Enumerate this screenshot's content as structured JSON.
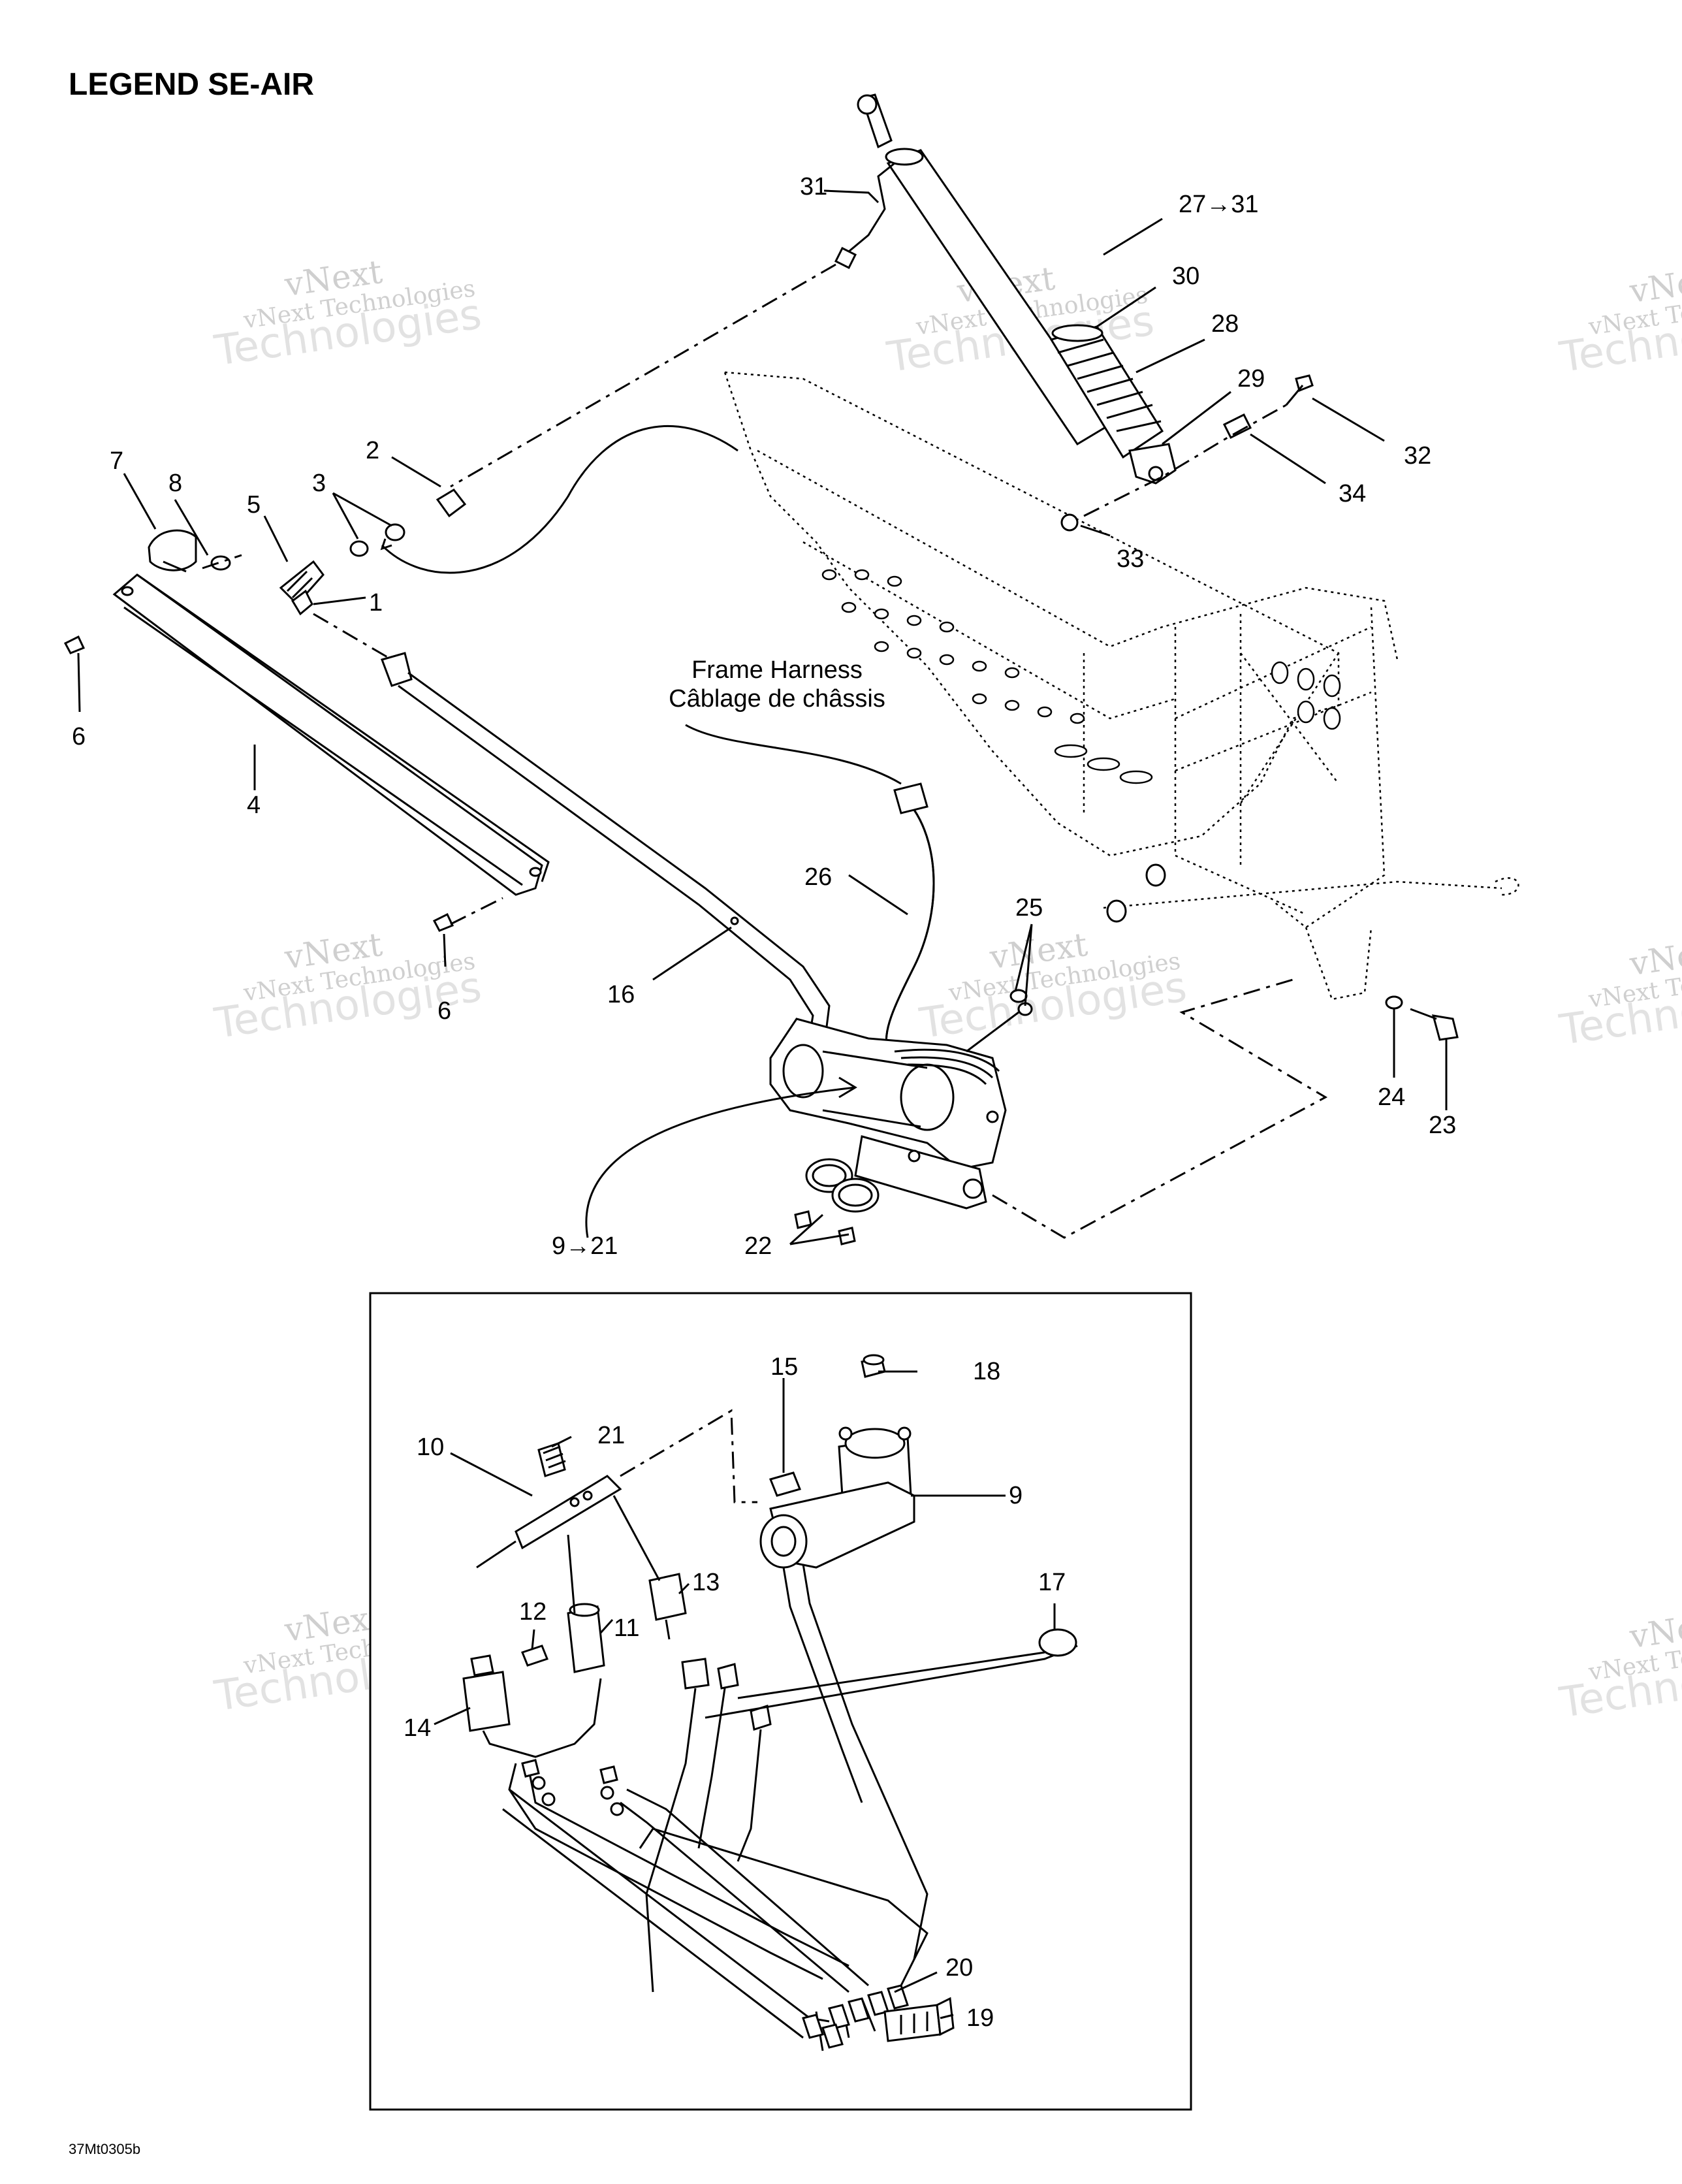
{
  "title": "LEGEND SE-AIR",
  "figure_id": "37Mt0305b",
  "annotations": {
    "frame_harness_en": "Frame Harness",
    "frame_harness_fr": "Câblage de châssis"
  },
  "callouts": {
    "c1": "1",
    "c2": "2",
    "c3": "3",
    "c4": "4",
    "c5": "5",
    "c6a": "6",
    "c6b": "6",
    "c7": "7",
    "c8": "8",
    "c9_21": "9→21",
    "c9": "9",
    "c10": "10",
    "c11": "11",
    "c12": "12",
    "c13": "13",
    "c14": "14",
    "c15": "15",
    "c16": "16",
    "c17": "17",
    "c18": "18",
    "c19": "19",
    "c20": "20",
    "c21": "21",
    "c22": "22",
    "c23": "23",
    "c24": "24",
    "c25": "25",
    "c26": "26",
    "c27_31": "27→31",
    "c28": "28",
    "c29": "29",
    "c30": "30",
    "c31": "31",
    "c32": "32",
    "c33": "33",
    "c34": "34"
  },
  "watermark": {
    "line1": "vNext",
    "line2": "vNext Technologies",
    "line3": "Technologies"
  }
}
